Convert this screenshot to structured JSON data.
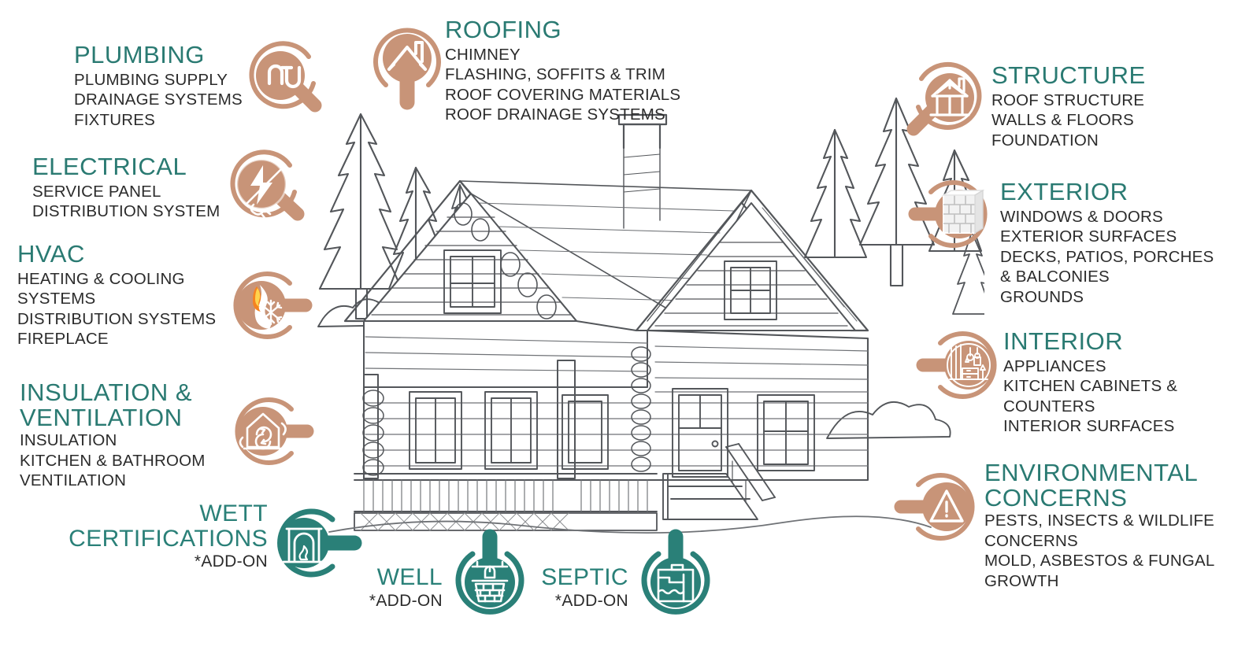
{
  "colors": {
    "teal": "#2a7a72",
    "teal_badge": "#2a8078",
    "tan": "#c89478",
    "ink": "#4a4a4a",
    "body_text": "#2b2b2b",
    "flame_orange": "#f58220",
    "flame_yellow": "#ffd34e",
    "background": "#ffffff"
  },
  "sections": [
    {
      "id": "plumbing",
      "title": "PLUMBING",
      "icon": "plumbing-pipe-magnifier-icon",
      "items": [
        "PLUMBING SUPPLY",
        "DRAINAGE SYSTEMS",
        "FIXTURES"
      ]
    },
    {
      "id": "electrical",
      "title": "ELECTRICAL",
      "icon": "electrical-bolt-magnifier-icon",
      "items": [
        "SERVICE PANEL",
        "DISTRIBUTION SYSTEM"
      ]
    },
    {
      "id": "hvac",
      "title": "HVAC",
      "icon": "hvac-flame-snowflake-magnifier-icon",
      "items": [
        "HEATING & COOLING",
        "SYSTEMS",
        "DISTRIBUTION SYSTEMS",
        "FIREPLACE"
      ]
    },
    {
      "id": "insulation",
      "title_line1": "INSULATION &",
      "title_line2": "VENTILATION",
      "icon": "insulation-ventilation-magnifier-icon",
      "items": [
        "INSULATION",
        "KITCHEN & BATHROOM",
        "VENTILATION"
      ]
    },
    {
      "id": "roofing",
      "title": "ROOFING",
      "icon": "roofing-house-magnifier-icon",
      "items": [
        "CHIMNEY",
        "FLASHING, SOFFITS & TRIM",
        "ROOF COVERING MATERIALS",
        "ROOF DRAINAGE SYSTEMS"
      ]
    },
    {
      "id": "structure",
      "title": "STRUCTURE",
      "icon": "structure-frame-magnifier-icon",
      "items": [
        "ROOF STRUCTURE",
        "WALLS & FLOORS",
        "FOUNDATION"
      ]
    },
    {
      "id": "exterior",
      "title": "EXTERIOR",
      "icon": "exterior-brick-magnifier-icon",
      "items": [
        "WINDOWS & DOORS",
        "EXTERIOR SURFACES",
        "DECKS, PATIOS, PORCHES",
        "& BALCONIES",
        "GROUNDS"
      ]
    },
    {
      "id": "interior",
      "title": "INTERIOR",
      "icon": "interior-room-magnifier-icon",
      "items": [
        "APPLIANCES",
        "KITCHEN CABINETS &",
        "COUNTERS",
        "INTERIOR SURFACES"
      ]
    },
    {
      "id": "environmental",
      "title_line1": "ENVIRONMENTAL",
      "title_line2": "CONCERNS",
      "icon": "warning-triangle-magnifier-icon",
      "items": [
        "PESTS, INSECTS & WILDLIFE",
        "CONCERNS",
        "MOLD, ASBESTOS & FUNGAL",
        "GROWTH"
      ]
    }
  ],
  "addons": [
    {
      "id": "wett",
      "title_line1": "WETT",
      "title_line2": "CERTIFICATIONS",
      "note": "*ADD-ON",
      "icon": "fireplace-badge-icon"
    },
    {
      "id": "well",
      "title_line1": "WELL",
      "note": "*ADD-ON",
      "icon": "water-well-badge-icon"
    },
    {
      "id": "septic",
      "title_line1": "SEPTIC",
      "note": "*ADD-ON",
      "icon": "septic-tank-badge-icon"
    }
  ],
  "illustration": {
    "name": "log-cabin-line-drawing",
    "description": "Line-art log cabin with gabled roof, chimney, porch, steps, surrounded by pine trees and shrubs"
  }
}
